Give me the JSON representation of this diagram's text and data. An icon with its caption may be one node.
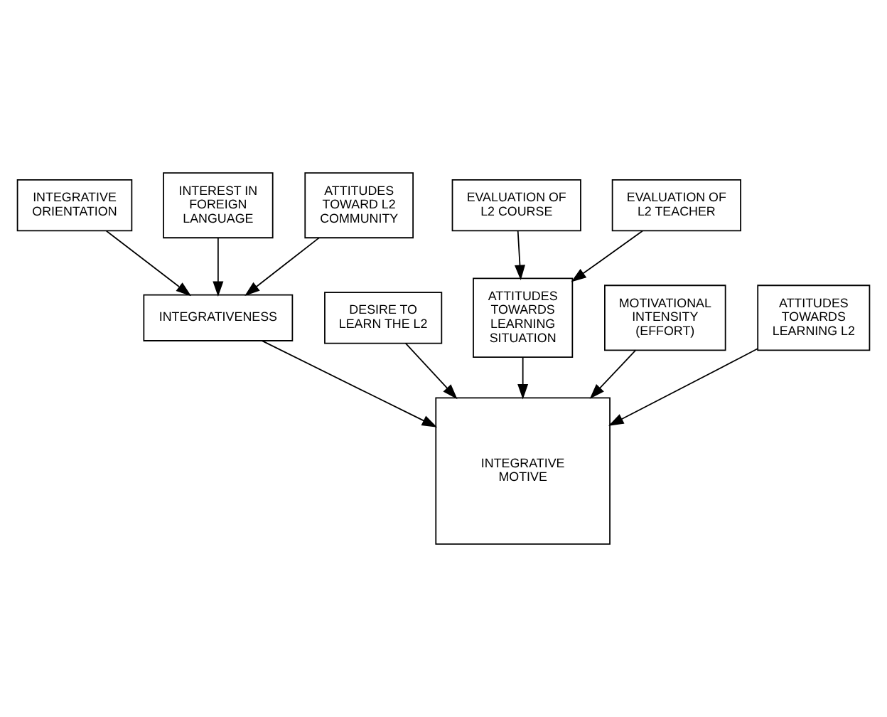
{
  "diagram": {
    "nodes": [
      {
        "text": [
          "INTEGRATIVE ORIENTATION"
        ]
      },
      {
        "text": [
          "INTEREST IN FOREIGN LANGUAGE"
        ]
      },
      {
        "text": [
          "ATTITUDES TOWARD L2 COMMUNITY"
        ]
      },
      {
        "text": [
          "INTEGRATIVENESS"
        ]
      },
      {
        "text": [
          "DESIRE TO LEARN THE L2"
        ]
      },
      {
        "text": [
          "INTEGRATIVE MOTIVE"
        ]
      },
      {
        "text": [
          "ATTITUDES TOWARDS LEARNING SITUATION"
        ]
      },
      {
        "text": [
          "MOTIVATIONAL INTENSITY",
          "(EFFORT)"
        ]
      },
      {
        "text": [
          "ATTITUDES TOWARDS LEARNING L2"
        ]
      },
      {
        "text": [
          "EVALUATION OF L2 COURSE"
        ]
      },
      {
        "text": [
          "EVALUATION OF L2 TEACHER"
        ]
      }
    ],
    "edges": [
      {
        "from": 0,
        "to": 3,
        "arrow": "to"
      },
      {
        "from": 1,
        "to": 3,
        "arrow": "to"
      },
      {
        "from": 2,
        "to": 3,
        "arrow": "to"
      },
      {
        "from": 3,
        "to": 5,
        "arrow": "to"
      },
      {
        "from": 6,
        "to": 5,
        "arrow": "to"
      },
      {
        "from": 4,
        "to": 5,
        "arrow": "to"
      },
      {
        "from": 7,
        "to": 5,
        "arrow": "to"
      },
      {
        "from": 8,
        "to": 5,
        "arrow": "to"
      },
      {
        "from": 9,
        "to": 6,
        "arrow": "to"
      },
      {
        "from": 10,
        "to": 6,
        "arrow": "to"
      }
    ]
  }
}
